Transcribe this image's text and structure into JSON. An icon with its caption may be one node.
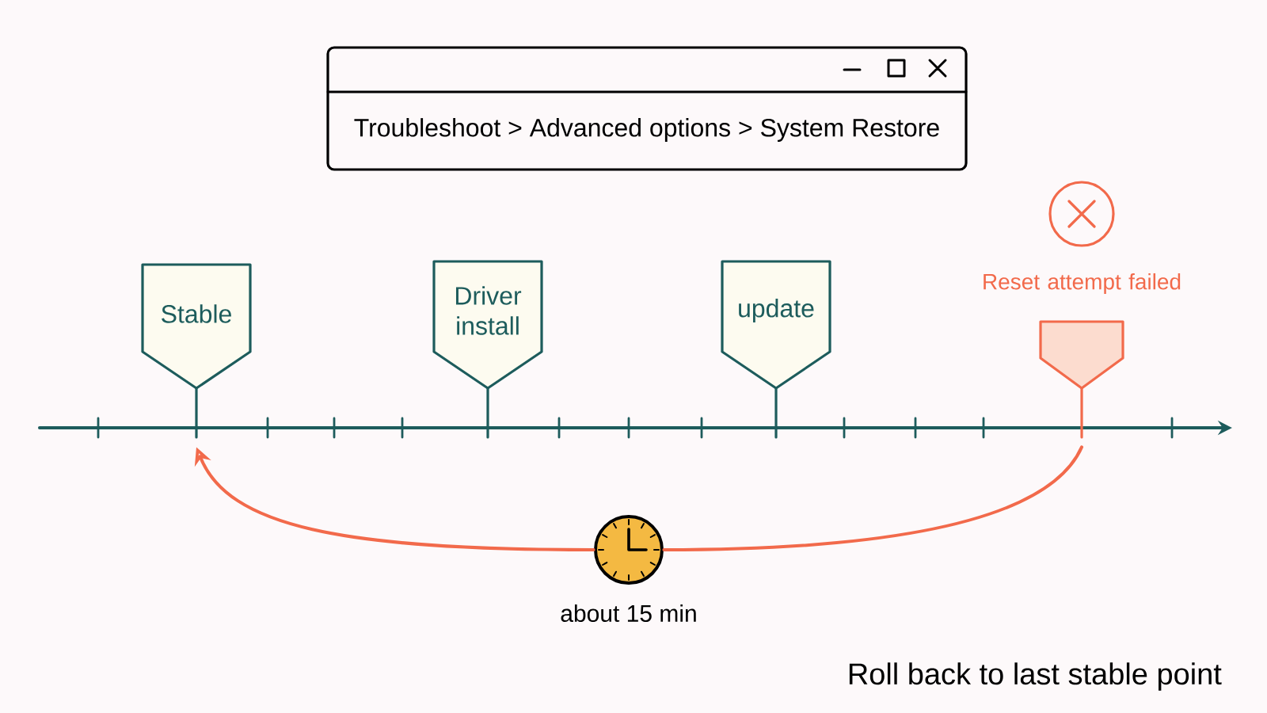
{
  "diagram": {
    "nodes": [
      {
        "text": [
          "Troubleshoot > Advanced options > System Restore"
        ]
      },
      {
        "text": [
          "Stable"
        ]
      },
      {
        "text": [
          "Driver install"
        ]
      },
      {
        "text": [
          "update"
        ]
      },
      {
        "text": [
          "Reset attempt failed"
        ]
      },
      {
        "text": [
          "about 15 min"
        ]
      }
    ],
    "edges": [
      {
        "from": 4,
        "to": 5,
        "arrow": "none"
      },
      {
        "from": 5,
        "to": 1,
        "arrow": "to"
      }
    ],
    "labels": [
      "Roll back to last stable point"
    ]
  }
}
